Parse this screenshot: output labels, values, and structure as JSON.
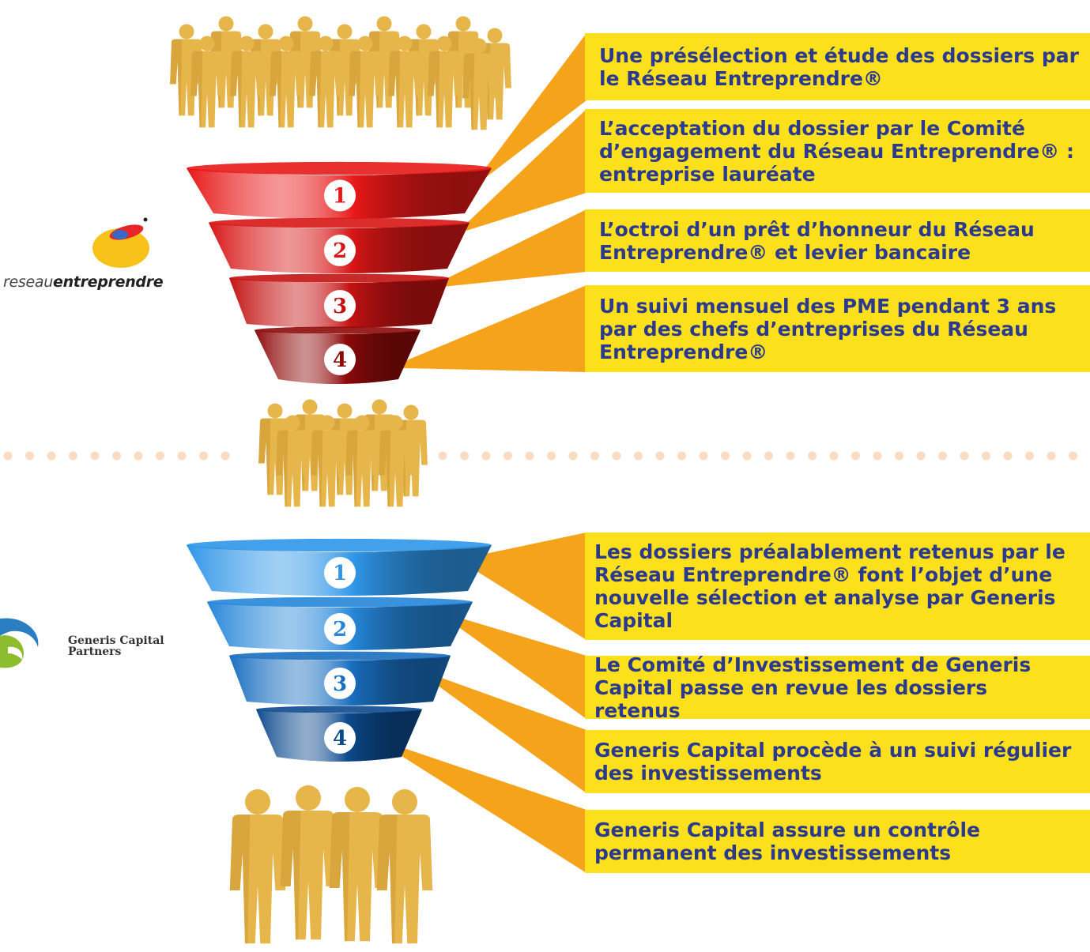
{
  "network": {
    "logo_text_light": "reseau",
    "logo_text_bold": "entreprendre",
    "funnel_colors": [
      "#e81818",
      "#d81616",
      "#c41212",
      "#8e0a0a"
    ],
    "steps": [
      {
        "num": "1",
        "text": "Une présélection et étude des dossiers par le Réseau Entreprendre®"
      },
      {
        "num": "2",
        "text": "L’acceptation du dossier par le Comité d’engagement du Réseau Entreprendre® : entreprise lauréate"
      },
      {
        "num": "3",
        "text": "L’octroi d’un prêt d’honneur du Réseau Entreprendre® et levier bancaire"
      },
      {
        "num": "4",
        "text": "Un suivi mensuel des PME pendant 3 ans par des chefs d’entreprises du Réseau Entreprendre®"
      }
    ]
  },
  "generis": {
    "logo_text_line1": "Generis Capital",
    "logo_text_line2": "Partners",
    "funnel_colors": [
      "#2f96e8",
      "#2586d8",
      "#1a6fc0",
      "#0c4a8e"
    ],
    "steps": [
      {
        "num": "1",
        "text": "Les dossiers préalablement retenus par le Réseau Entreprendre® font l’objet d’une nouvelle sélection et analyse par Generis Capital"
      },
      {
        "num": "2",
        "text": "Le Comité d’Investissement de Generis Capital passe en revue les dossiers retenus"
      },
      {
        "num": "3",
        "text": "Generis Capital procède à un suivi régulier des investissements"
      },
      {
        "num": "4",
        "text": "Generis Capital assure un contrôle permanent des investissements"
      }
    ]
  },
  "colors": {
    "box_fill": "#fde01c",
    "box_text": "#2b3a8f",
    "connector": "#f4a31a",
    "people": "#e7b64a",
    "divider_dots": "#f9dcc3"
  }
}
